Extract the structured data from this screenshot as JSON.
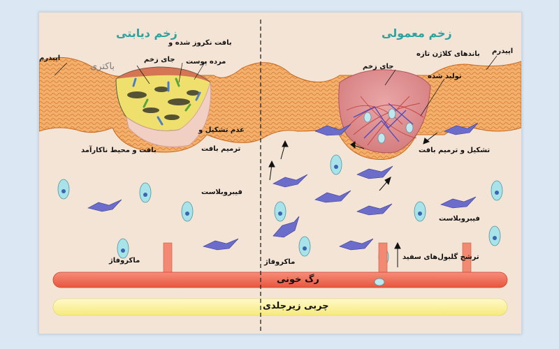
{
  "titles": {
    "left": "زخم دیابتی",
    "right": "زخم معمولی"
  },
  "left_labels": {
    "epidermis": "اپیدرم",
    "bacteria": "باکتری",
    "wound_site": "جای زخم",
    "necrotic_1": "بافت نکروز شده و",
    "necrotic_2": "مرده پوست",
    "no_formation_1": "عدم تشکیل و",
    "no_formation_2": "ترمیم بافت",
    "dysfunctional": "بافت و محیط ناکارآمد",
    "fibroblast": "فیبروبلاست",
    "macrophage": "ماکروفاژ"
  },
  "right_labels": {
    "epidermis": "اپیدرم",
    "collagen_1": "باندهای کلاژن تازه",
    "collagen_2": "تولید شده",
    "wound_site": "جای زخم",
    "formation": "تشکیل و ترمیم بافت",
    "fibroblast": "فیبروبلاست",
    "macrophage": "ماکروفاژ",
    "wbc_exudation": "ترشح گلبول‌های سفید"
  },
  "bands": {
    "vessel": "رگ خونی",
    "fat": "چربی زیرجلدی"
  },
  "colors": {
    "title": "#2fa2a0",
    "epidermis": "#f0a45a",
    "vessel": "#f0735a",
    "fat": "#fbf39a",
    "fibroblast": "#6f6fcf",
    "macrophage": "#a8e3ea",
    "background": "#f3e4d6"
  }
}
